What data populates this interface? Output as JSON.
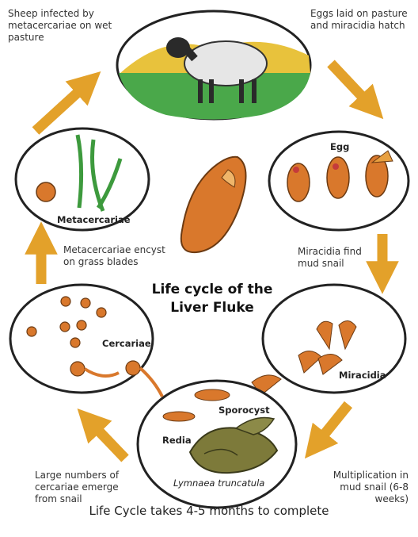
{
  "title_line1": "Life cycle of the",
  "title_line2": "Liver Fluke",
  "footer": "Life Cycle takes 4-5 months to complete",
  "steps": {
    "sheep": [
      "Sheep infected by",
      "metacercariae on wet",
      "pasture"
    ],
    "eggs": [
      "Eggs laid on pasture",
      "and miracidia hatch"
    ],
    "miracidia": [
      "Miracidia find",
      "mud snail"
    ],
    "multiplication": [
      "Multiplication in",
      "mud snail (6-8",
      "weeks)"
    ],
    "emerge": [
      "Large numbers of",
      "cercariae emerge",
      "from snail"
    ],
    "encyst": [
      "Metacercariae encyst",
      "on grass blades"
    ]
  },
  "labels": {
    "egg": "Egg",
    "miracidia": "Miracidia",
    "sporocyst": "Sporocyst",
    "redia": "Redia",
    "snail": "Lymnaea truncatula",
    "cercariae": "Cercariae",
    "metacercariae": "Metacercariae"
  },
  "colors": {
    "arrow": "#e3a12a",
    "fluke": "#d9782c",
    "grass": "#4aa84a",
    "hill": "#e8c23c"
  }
}
